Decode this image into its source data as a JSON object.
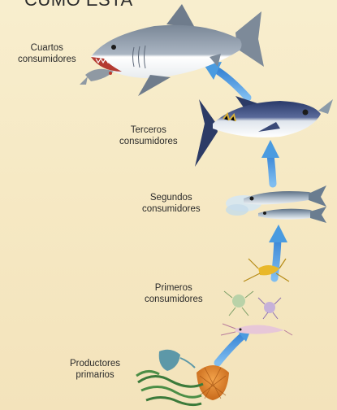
{
  "header": {
    "fragment": "CUMO ESTA"
  },
  "levels": [
    {
      "line1": "Cuartos",
      "line2": "consumidores"
    },
    {
      "line1": "Terceros",
      "line2": "consumidores"
    },
    {
      "line1": "Segundos",
      "line2": "consumidores"
    },
    {
      "line1": "Primeros",
      "line2": "consumidores"
    },
    {
      "line1": "Productores",
      "line2": "primarios"
    }
  ],
  "organisms": [
    "shark-icon",
    "tuna-icon",
    "small-fish-icon",
    "zooplankton-icon",
    "phytoplankton-icon"
  ],
  "colors": {
    "arrow": "#4a9be0",
    "background": "#f6eac6",
    "text": "#2a2a2a"
  }
}
